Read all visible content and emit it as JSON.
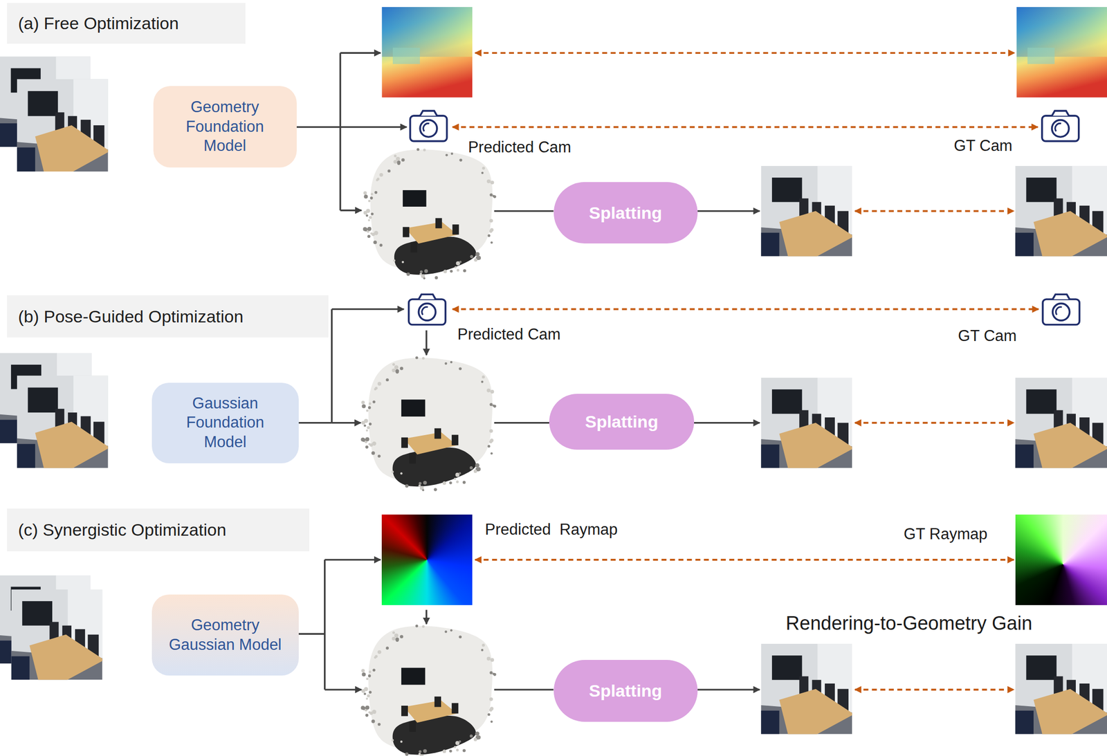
{
  "diagram": {
    "nodes": [
      {
        "text": [
          "(a) Free Optimization"
        ]
      },
      {
        "text": [
          "Geometry Foundation Model"
        ]
      },
      {
        "text": [
          "Splatting"
        ]
      },
      {
        "text": [
          "(b) Pose-Guided Optimization"
        ]
      },
      {
        "text": [
          "Gaussian Foundation Model"
        ]
      },
      {
        "text": [
          "Splatting"
        ]
      },
      {
        "text": [
          "(c) Synergistic Optimization"
        ]
      },
      {
        "text": [
          "Geometry Gaussian Model"
        ]
      },
      {
        "text": [
          "Splatting"
        ]
      }
    ],
    "labels": [
      "Predicted Cam",
      "GT Cam",
      "Predicted Cam",
      "GT Cam",
      "Predicted  Raymap",
      "GT Raymap",
      "Rendering-to-Geometry Gain"
    ]
  }
}
